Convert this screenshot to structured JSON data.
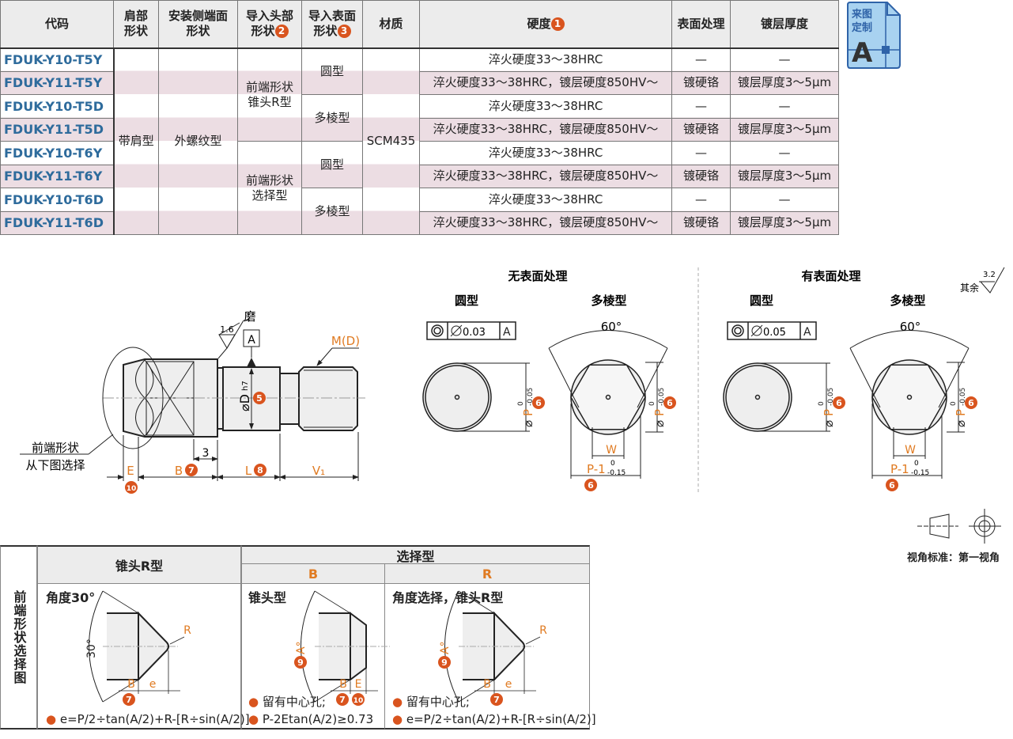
{
  "table": {
    "headers": {
      "code": "代码",
      "shoulder": "肩部\n形状",
      "mount": "安装侧端面\n形状",
      "head": "导入头部\n形状",
      "surface": "导入表面\n形状",
      "material": "材质",
      "hardness": "硬度",
      "treatment": "表面处理",
      "plating": "镀层厚度"
    },
    "header_notes": {
      "head": "2",
      "surface": "3",
      "hardness": "1"
    },
    "codes": [
      "FDUK-Y10-T5Y",
      "FDUK-Y11-T5Y",
      "FDUK-Y10-T5D",
      "FDUK-Y11-T5D",
      "FDUK-Y10-T6Y",
      "FDUK-Y11-T6Y",
      "FDUK-Y10-T6D",
      "FDUK-Y11-T6D"
    ],
    "shoulder": "带肩型",
    "mount": "外螺纹型",
    "head_types": [
      "前端形状\n锥头R型",
      "前端形状\n选择型"
    ],
    "surface_types": [
      "圆型",
      "多棱型",
      "圆型",
      "多棱型"
    ],
    "material": "SCM435",
    "hardness": [
      "淬火硬度33～38HRC",
      "淬火硬度33～38HRC，镀层硬度850HV～"
    ],
    "treatment": [
      "—",
      "镀硬铬"
    ],
    "plating": [
      "—",
      "镀层厚度3～5μm"
    ]
  },
  "badge": {
    "line1": "来图",
    "line2": "定制",
    "letter": "A",
    "color": "#a8d2f0"
  },
  "drawing": {
    "grind": "磨",
    "roughness": "1.6",
    "datum": "A",
    "thread": "M(D)",
    "dia": "⌀D",
    "dia_tol": "h7",
    "front_note1": "前端形状",
    "front_note2": "从下图选择",
    "dims": {
      "E": "E",
      "B": "B",
      "L": "L",
      "V": "V₁",
      "three": "3"
    },
    "notes": {
      "dia": "5",
      "B": "7",
      "L": "8",
      "E": "10",
      "P": "6",
      "A": "9"
    }
  },
  "views": {
    "none": {
      "title": "无表面处理",
      "round": "圆型",
      "poly": "多棱型",
      "tol": "0.03"
    },
    "treated": {
      "title": "有表面处理",
      "round": "圆型",
      "poly": "多棱型",
      "tol": "0.05"
    },
    "angle": "60°",
    "P": "P",
    "W": "W",
    "P1": "P-1",
    "tol_up": "0",
    "tol_lo": "-0.05",
    "tol_lo2": "-0.15",
    "rest": "其余",
    "rest_val": "3.2",
    "projection": "视角标准：第一视角"
  },
  "select": {
    "side_title": "前端形状选择图",
    "col1": "锥头R型",
    "group": "选择型",
    "colB": "B",
    "colR": "R",
    "c1_title": "角度30°",
    "c1_angle": "30°",
    "c1_note": "e=P/2÷tan(A/2)+R-[R÷sin(A/2)]",
    "cB_title": "锥头型",
    "cB_note1": "留有中心孔;",
    "cB_note2": "P-2Etan(A/2)≥0.73",
    "cR_title": "角度选择，锥头R型",
    "cR_note1": "留有中心孔;",
    "cR_note2": "e=P/2÷tan(A/2)+R-[R÷sin(A/2)]",
    "lbl": {
      "R": "R",
      "B": "B",
      "e": "e",
      "E": "E",
      "A": "A°"
    }
  },
  "colors": {
    "orange": "#d9541e",
    "code": "#2e6b9c",
    "stripe": "#ecdde3",
    "header": "#ececec"
  }
}
